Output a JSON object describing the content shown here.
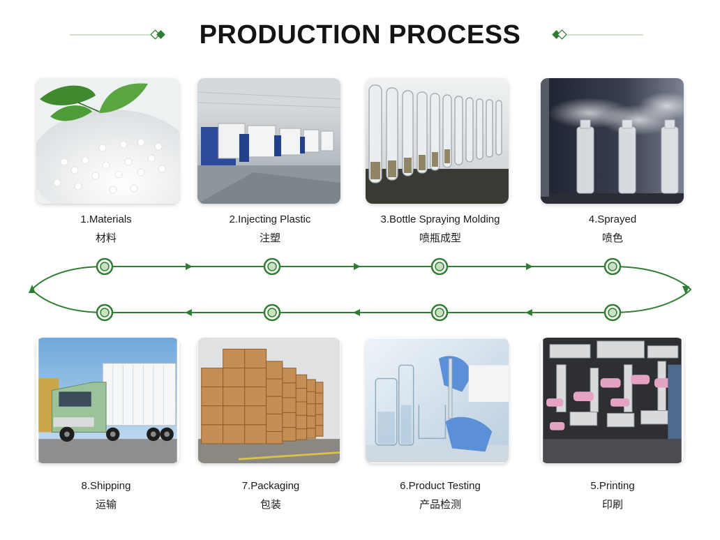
{
  "title": "PRODUCTION PROCESS",
  "colors": {
    "accent": "#2e7d32",
    "title": "#141414",
    "node_fill": "#ffffff"
  },
  "steps": [
    {
      "en": "1.Materials",
      "zh": "材料",
      "icon": "plastic-pellets-image"
    },
    {
      "en": "2.Injecting Plastic",
      "zh": "注塑",
      "icon": "injection-machines-image"
    },
    {
      "en": "3.Bottle Spraying Molding",
      "zh": "喷瓶成型",
      "icon": "glass-bottles-image"
    },
    {
      "en": "4.Sprayed",
      "zh": "喷色",
      "icon": "spray-bottles-image"
    },
    {
      "en": "5.Printing",
      "zh": "印刷",
      "icon": "printing-machine-image"
    },
    {
      "en": "6.Product Testing",
      "zh": "产品检测",
      "icon": "lab-testing-image"
    },
    {
      "en": "7.Packaging",
      "zh": "包装",
      "icon": "cardboard-boxes-image"
    },
    {
      "en": "8.Shipping",
      "zh": "运输",
      "icon": "truck-image"
    }
  ]
}
